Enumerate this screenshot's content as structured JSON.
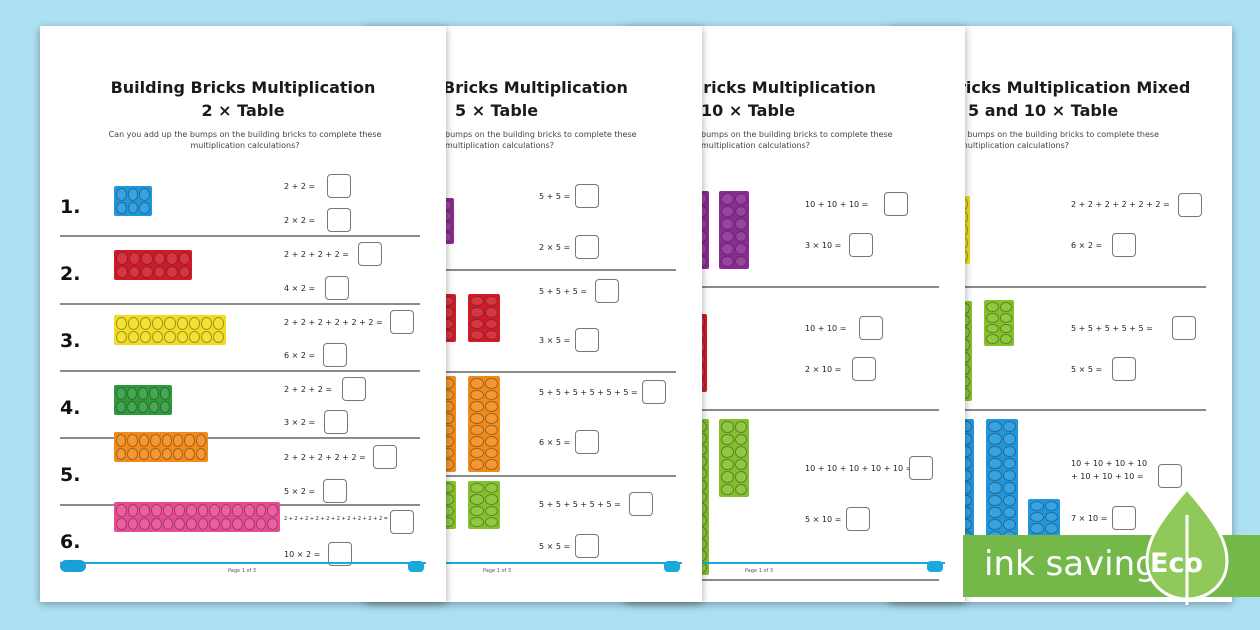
{
  "sheets": [
    {
      "title1": "Building Bricks Multiplication",
      "title2": "2 × Table",
      "instruction": "Can you add up the bumps on the building bricks to complete these multiplication calculations?",
      "page": "Page 1 of 3",
      "rows": [
        {
          "n": "1.",
          "eq1": "2 + 2 =",
          "eq2": "2 × 2 ="
        },
        {
          "n": "2.",
          "eq1": "2 + 2 + 2 + 2 =",
          "eq2": "4 × 2 ="
        },
        {
          "n": "3.",
          "eq1": "2 + 2 + 2 + 2 + 2 + 2 =",
          "eq2": "6 × 2 ="
        },
        {
          "n": "4.",
          "eq1": "2 + 2 + 2 =",
          "eq2": "3 × 2 ="
        },
        {
          "n": "5.",
          "eq1": "2 + 2 + 2 + 2 + 2 =",
          "eq2": "5 × 2 ="
        },
        {
          "n": "6.",
          "eq1": "2 + 2 + 2 + 2 + 2 + 2 + 2 + 2 + 2 + 2 =",
          "eq2": "10 × 2 ="
        }
      ]
    },
    {
      "title1": "Bricks Multiplication",
      "title2": "5 × Table",
      "instruction": "bumps on the building bricks to complete these multiplication calculations?",
      "page": "Page 1 of 3",
      "rows": [
        {
          "eq1": "5 + 5 =",
          "eq2": "2 × 5 ="
        },
        {
          "eq1": "5 + 5 + 5 =",
          "eq2": "3 × 5 ="
        },
        {
          "eq1": "5 + 5 + 5 + 5 + 5 + 5 =",
          "eq2": "6 × 5 ="
        },
        {
          "eq1": "5 + 5 + 5 + 5 + 5 =",
          "eq2": "5 × 5 ="
        }
      ]
    },
    {
      "title1": "Bricks Multiplication",
      "title2": "10 × Table",
      "instruction": "bumps on the building bricks to complete these multiplication calculations?",
      "page": "Page 1 of 3",
      "rows": [
        {
          "eq1": "10 + 10 + 10 =",
          "eq2": "3 × 10 ="
        },
        {
          "eq1": "10 + 10 =",
          "eq2": "2 × 10 ="
        },
        {
          "eq1": "10 + 10 + 10 + 10 + 10 =",
          "eq2": "5 × 10 ="
        }
      ]
    },
    {
      "title1": "ricks Multiplication Mixed",
      "title2": "5 and 10 × Table",
      "instruction": "e bumps on the building bricks to complete these multiplication calculations?",
      "rows": [
        {
          "eq1": "2 + 2 + 2 + 2 + 2 + 2 =",
          "eq2": "6 × 2 ="
        },
        {
          "eq1": "5 + 5 + 5 + 5 + 5 =",
          "eq2": "5 × 5 ="
        },
        {
          "eq1a": "10 + 10 + 10 + 10",
          "eq1b": "+ 10 + 10 + 10 =",
          "eq2": "7 × 10 ="
        }
      ]
    }
  ],
  "eco_badge": {
    "text": "ink saving",
    "label": "Eco"
  },
  "colors": {
    "background": "#aee0f4",
    "eco_green": "#74b84a",
    "footer_blue": "#19a9dd"
  }
}
